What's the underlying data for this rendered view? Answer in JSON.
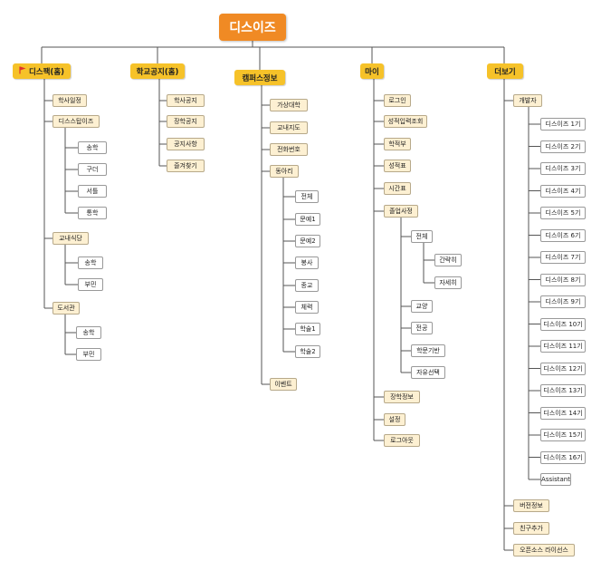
{
  "root": "디스이즈",
  "main": {
    "home": "디스팩(홈)",
    "notice": "학교공지(홈)",
    "campus": "캠퍼스정보",
    "my": "마이",
    "more": "더보기"
  },
  "home": {
    "schedule": "학사일정",
    "tips": "디스스탑이즈",
    "tips_items": [
      "송학",
      "구더",
      "서틀",
      "통학"
    ],
    "cafeteria": "교내식당",
    "cafeteria_items": [
      "송학",
      "부민"
    ],
    "library": "도서관",
    "library_items": [
      "송학",
      "부민"
    ]
  },
  "notice": {
    "items": [
      "학사공지",
      "장학공지",
      "공지사항",
      "즐겨찾기"
    ]
  },
  "campus": {
    "items": [
      "가상대학",
      "교내지도",
      "전화번호"
    ],
    "club": "동아리",
    "club_items": [
      "전체",
      "문예1",
      "문예2",
      "봉사",
      "종교",
      "체력",
      "학술1",
      "학술2"
    ],
    "event": "이벤트"
  },
  "my": {
    "items": [
      "로그인",
      "성적입력조회",
      "학적부",
      "성적표",
      "시간표"
    ],
    "graduation": "졸업사정",
    "grad_all": "전체",
    "grad_all_items": [
      "간략히",
      "자세히"
    ],
    "grad_items": [
      "교양",
      "전공",
      "학문기반",
      "자유선택"
    ],
    "bottom_items": [
      "장학정보",
      "설정",
      "로그아웃"
    ]
  },
  "more": {
    "dev": "개발자",
    "dev_items": [
      "디스이즈 1기",
      "디스이즈 2기",
      "디스이즈 3기",
      "디스이즈 4기",
      "디스이즈 5기",
      "디스이즈 6기",
      "디스이즈 7기",
      "디스이즈 8기",
      "디스이즈 9기",
      "디스이즈 10기",
      "디스이즈 11기",
      "디스이즈 12기",
      "디스이즈 13기",
      "디스이즈 14기",
      "디스이즈 15기",
      "디스이즈 16기",
      "Assistant"
    ],
    "bottom_items": [
      "버전정보",
      "친구추가",
      "오픈소스 라이선스"
    ]
  },
  "colors": {
    "root": "#f08a24",
    "main": "#f6c229",
    "level2": "#fdf0d2",
    "flag": "#e0322b"
  },
  "icons": {
    "home_flag": "flag-icon"
  }
}
